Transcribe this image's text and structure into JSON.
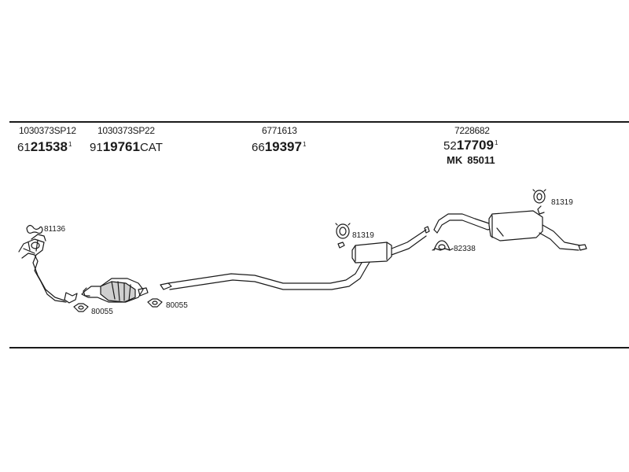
{
  "parts": [
    {
      "ref": "1030373SP12",
      "prefix": "61",
      "main": "21538",
      "suffix": "",
      "sup": "1"
    },
    {
      "ref": "1030373SP22",
      "prefix": "91",
      "main": "19761",
      "suffix": "CAT",
      "sup": ""
    },
    {
      "ref": "6771613",
      "prefix": "66",
      "main": "19397",
      "suffix": "",
      "sup": "1"
    },
    {
      "ref": "7228682",
      "prefix": "52",
      "main": "17709",
      "suffix": "",
      "sup": "1"
    }
  ],
  "mounting_kit": {
    "prefix": "MK",
    "code": "85011"
  },
  "fittings": {
    "clamp_left": "81136",
    "gasket_1": "80055",
    "gasket_2": "80055",
    "hanger_mid": "81319",
    "clamp_rear": "82338",
    "hanger_rear": "81319"
  },
  "colors": {
    "ink": "#1a1a1a",
    "fill": "#ffffff",
    "shade": "#cfcfcf"
  }
}
